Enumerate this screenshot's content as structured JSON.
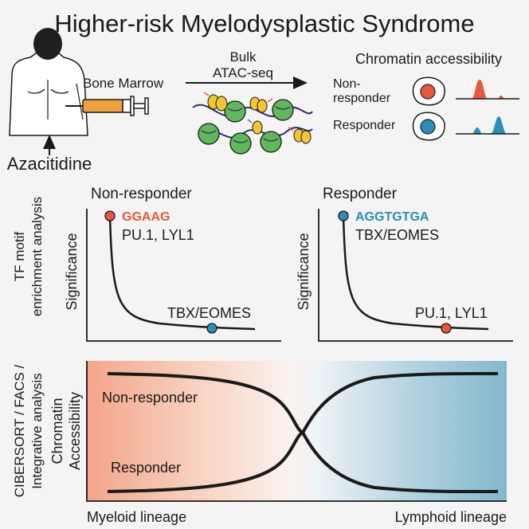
{
  "title": "Higher-risk Myelodysplastic Syndrome",
  "top": {
    "bone_marrow": "Bone Marrow",
    "azacitidine": "Azacitidine",
    "method_line1": "Bulk",
    "method_line2": "ATAC-seq",
    "accessibility_title": "Chromatin accessibility",
    "nonresponder_line1": "Non-",
    "nonresponder_line2": "responder",
    "responder": "Responder",
    "colors": {
      "nonresponder": "#e8583a",
      "responder": "#2a8fb8",
      "nucleosome": "#5fb85a",
      "tf": "#f2c531"
    }
  },
  "middle": {
    "side_label_line1": "TF motif",
    "side_label_line2": "enrichment analysis",
    "left": {
      "title": "Non-responder",
      "ylabel": "Significance",
      "motif": "GGAAG",
      "top_label": "PU.1, LYL1",
      "bottom_label": "TBX/EOMES"
    },
    "right": {
      "title": "Responder",
      "ylabel": "Significance",
      "motif": "AGGTGTGA",
      "top_label": "TBX/EOMES",
      "bottom_label": "PU.1, LYL1"
    }
  },
  "bottom": {
    "side_label_line1": "CIBERSORT / FACS /",
    "side_label_line2": "Integrative analysis",
    "ylabel_line1": "Chromatin",
    "ylabel_line2": "Accessibility",
    "nonresponder": "Non-responder",
    "responder": "Responder",
    "x_left": "Myeloid lineage",
    "x_right": "Lymphoid lineage"
  }
}
